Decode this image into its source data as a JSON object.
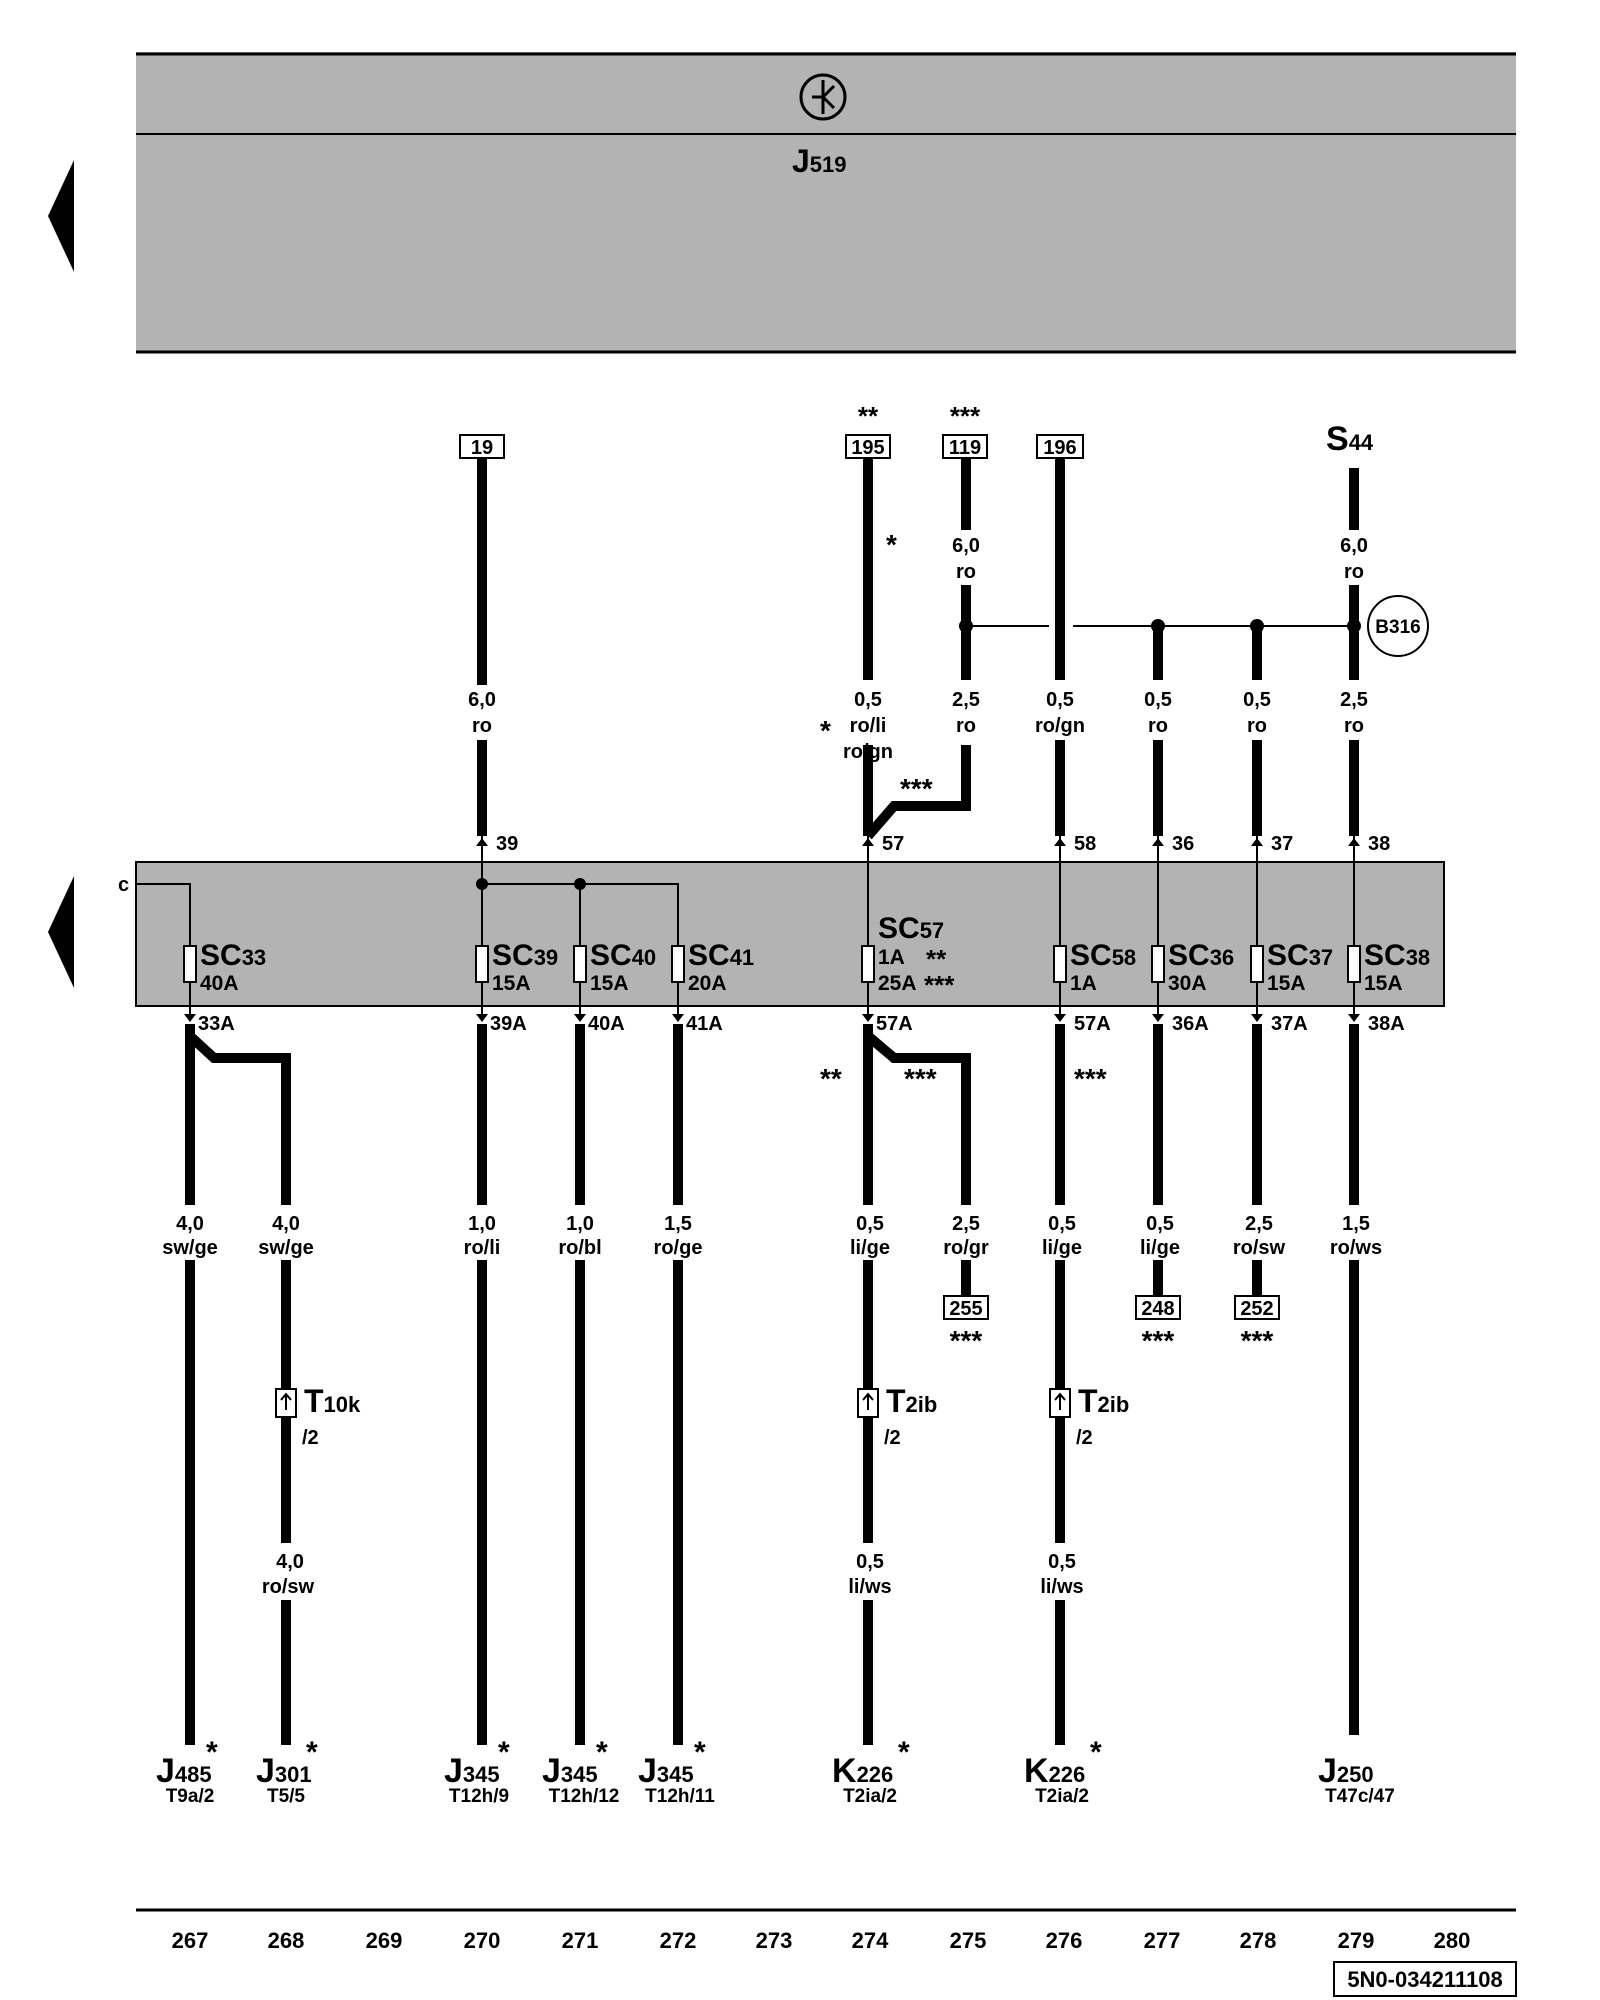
{
  "header": {
    "symbol": "thirty-second-reference-icon",
    "control_unit": "J",
    "control_unit_sub": "519"
  },
  "top_refs": [
    {
      "label": "19",
      "mark": ""
    },
    {
      "label": "195",
      "mark": "**"
    },
    {
      "label": "119",
      "mark": "***"
    },
    {
      "label": "196",
      "mark": ""
    }
  ],
  "s44": {
    "main": "S",
    "sub": "44"
  },
  "b316": "B316",
  "upper_wires": [
    {
      "size": "6,0",
      "color": "ro"
    },
    {
      "size": "0,5",
      "color": "ro/li",
      "color2": "ro/gn"
    },
    {
      "size": "6,0",
      "color": "ro"
    },
    {
      "size": "2,5",
      "color": "ro"
    },
    {
      "size": "0,5",
      "color": "ro/gn"
    },
    {
      "size": "0,5",
      "color": "ro"
    },
    {
      "size": "0,5",
      "color": "ro"
    },
    {
      "size": "6,0",
      "color": "ro"
    },
    {
      "size": "2,5",
      "color": "ro"
    }
  ],
  "marks": {
    "single": "*",
    "double": "**",
    "triple": "***"
  },
  "fuse_box": {
    "input_c": "c",
    "inputs": [
      "39",
      "57",
      "58",
      "36",
      "37",
      "38"
    ],
    "fuses": [
      {
        "name": "SC",
        "num": "33",
        "rating": "40A",
        "rating2": "",
        "out": "33A"
      },
      {
        "name": "SC",
        "num": "39",
        "rating": "15A",
        "rating2": "",
        "out": "39A"
      },
      {
        "name": "SC",
        "num": "40",
        "rating": "15A",
        "rating2": "",
        "out": "40A"
      },
      {
        "name": "SC",
        "num": "41",
        "rating": "20A",
        "rating2": "",
        "out": "41A"
      },
      {
        "name": "SC",
        "num": "57",
        "rating": "1A",
        "rating2": "25A",
        "out": "57A"
      },
      {
        "name": "SC",
        "num": "58",
        "rating": "1A",
        "rating2": "",
        "out": "57A"
      },
      {
        "name": "SC",
        "num": "36",
        "rating": "30A",
        "rating2": "",
        "out": "36A"
      },
      {
        "name": "SC",
        "num": "37",
        "rating": "15A",
        "rating2": "",
        "out": "37A"
      },
      {
        "name": "SC",
        "num": "38",
        "rating": "15A",
        "rating2": "",
        "out": "38A"
      }
    ]
  },
  "lower_wires": [
    {
      "size": "4,0",
      "color": "sw/ge"
    },
    {
      "size": "4,0",
      "color": "sw/ge"
    },
    {
      "size": "1,0",
      "color": "ro/li"
    },
    {
      "size": "1,0",
      "color": "ro/bl"
    },
    {
      "size": "1,5",
      "color": "ro/ge"
    },
    {
      "size": "0,5",
      "color": "li/ge"
    },
    {
      "size": "2,5",
      "color": "ro/gr"
    },
    {
      "size": "0,5",
      "color": "li/ge"
    },
    {
      "size": "0,5",
      "color": "li/ge"
    },
    {
      "size": "2,5",
      "color": "ro/sw"
    },
    {
      "size": "1,5",
      "color": "ro/ws"
    }
  ],
  "mid_refs": [
    "255",
    "248",
    "252"
  ],
  "connectors": [
    {
      "main": "T",
      "sub": "10k",
      "pin": "/2"
    },
    {
      "main": "T",
      "sub": "2ib",
      "pin": "/2"
    },
    {
      "main": "T",
      "sub": "2ib",
      "pin": "/2"
    }
  ],
  "after_connector_wires": [
    {
      "size": "4,0",
      "color": "ro/sw"
    },
    {
      "size": "0,5",
      "color": "li/ws"
    },
    {
      "size": "0,5",
      "color": "li/ws"
    }
  ],
  "bottom_components": [
    {
      "main": "J",
      "sub": "485",
      "pin": "T9a/2",
      "star": "*"
    },
    {
      "main": "J",
      "sub": "301",
      "pin": "T5/5",
      "star": "*"
    },
    {
      "main": "J",
      "sub": "345",
      "pin": "T12h/9",
      "star": "*"
    },
    {
      "main": "J",
      "sub": "345",
      "pin": "T12h/12",
      "star": "*"
    },
    {
      "main": "J",
      "sub": "345",
      "pin": "T12h/11",
      "star": "*"
    },
    {
      "main": "K",
      "sub": "226",
      "pin": "T2ia/2",
      "star": "*"
    },
    {
      "main": "K",
      "sub": "226",
      "pin": "T2ia/2",
      "star": "*"
    },
    {
      "main": "J",
      "sub": "250",
      "pin": "T47c/47",
      "star": ""
    }
  ],
  "tracks": [
    "267",
    "268",
    "269",
    "270",
    "271",
    "272",
    "273",
    "274",
    "275",
    "276",
    "277",
    "278",
    "279",
    "280"
  ],
  "doc_number": "5N0-034211108"
}
